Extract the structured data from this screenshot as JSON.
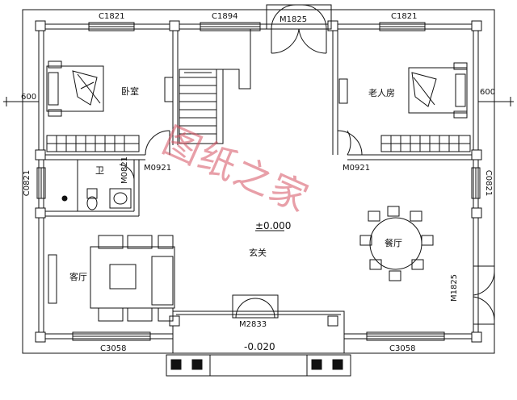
{
  "rooms": {
    "bedroom": "卧室",
    "elder_room": "老人房",
    "bathroom": "卫",
    "living_room": "客厅",
    "dining_room": "餐厅",
    "foyer": "玄关"
  },
  "doors": {
    "main_front": "M1825",
    "main_side": "M1825",
    "bedroom": "M0921",
    "elder_room": "M0921",
    "bathroom": "M0821",
    "front_entry": "M2833"
  },
  "windows": {
    "top_left": "C1821",
    "top_mid": "C1894",
    "top_right": "C1821",
    "left_side": "C0821",
    "right_side": "C0821",
    "bottom_left": "C3058",
    "bottom_right": "C3058"
  },
  "dimensions": {
    "left_600": "600",
    "right_600": "600"
  },
  "levels": {
    "floor": "±0.000",
    "porch": "-0.020"
  },
  "watermark": "图纸之家",
  "colors": {
    "line": "#111111",
    "watermark": "#d65060"
  }
}
